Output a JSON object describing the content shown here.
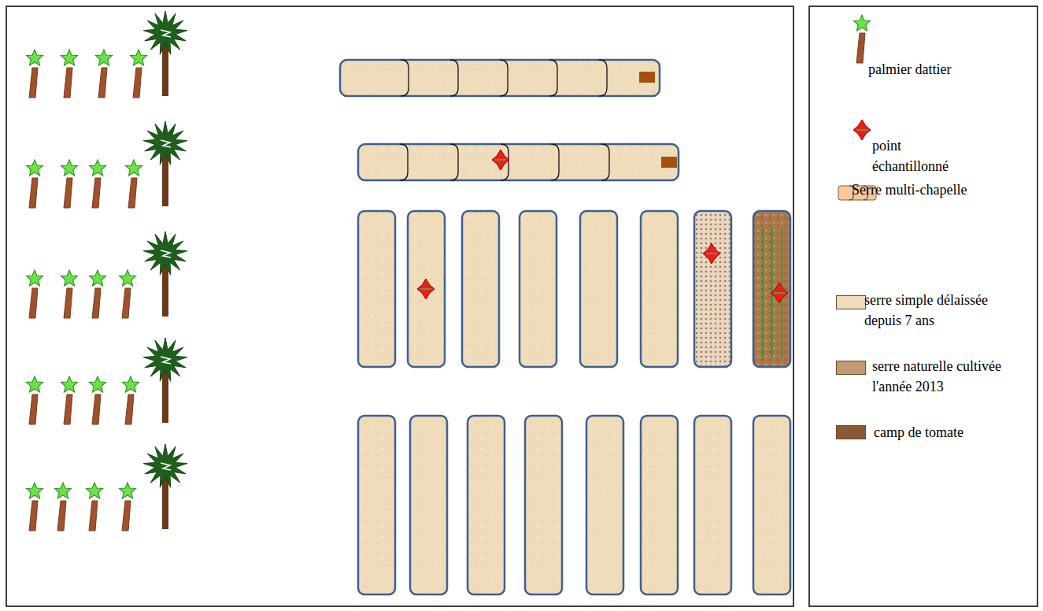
{
  "diagram": {
    "legend": [
      {
        "text": "palmier dattier"
      },
      {
        "text": "point échantillonné"
      },
      {
        "text": "Serre multi-chapelle"
      },
      {
        "text": "serre simple délaissée depuis 7 ans",
        "color": "#eedcbb"
      },
      {
        "text": "serre naturelle cultivée l'année 2013",
        "color": "#c49a72"
      },
      {
        "text": "camp de tomate",
        "color": "#8a5a33"
      }
    ]
  }
}
